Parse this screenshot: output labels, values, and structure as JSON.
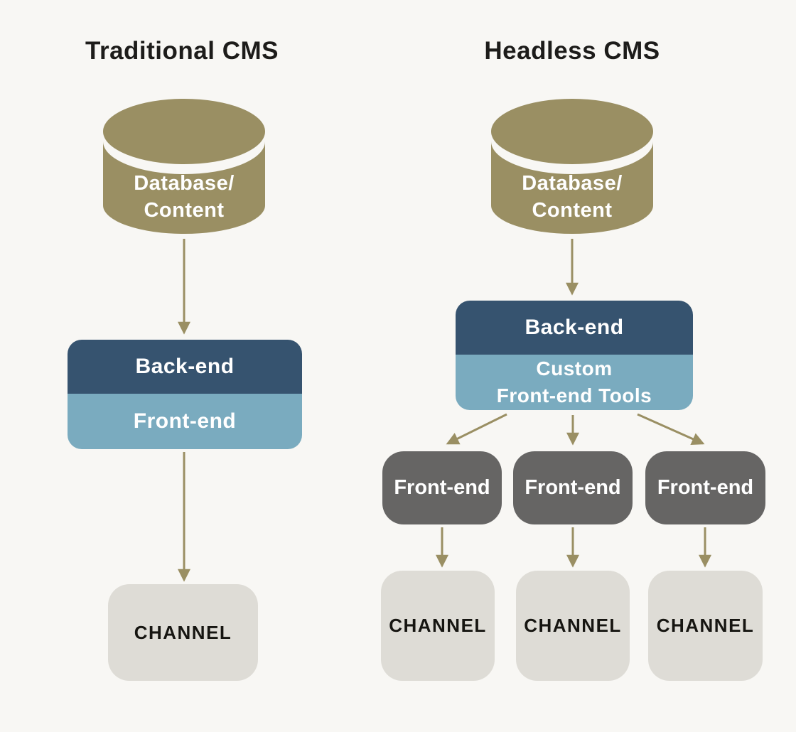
{
  "colors": {
    "bg": "#f8f7f4",
    "olive": "#9a8f63",
    "dark_blue": "#36536f",
    "light_blue": "#7aabbf",
    "dark_gray": "#666564",
    "light_gray": "#dedcd6",
    "title_text": "#1d1c1a",
    "channel_text": "#161511",
    "box_text": "#ffffff"
  },
  "traditional": {
    "title": "Traditional CMS",
    "database": {
      "line1": "Database/",
      "line2": "Content"
    },
    "backend_label": "Back-end",
    "frontend_label": "Front-end",
    "channel_label": "CHANNEL"
  },
  "headless": {
    "title": "Headless CMS",
    "database": {
      "line1": "Database/",
      "line2": "Content"
    },
    "backend_label": "Back-end",
    "custom_tools": {
      "line1": "Custom",
      "line2": "Front-end Tools"
    },
    "frontends": [
      "Front-end",
      "Front-end",
      "Front-end"
    ],
    "channels": [
      "CHANNEL",
      "CHANNEL",
      "CHANNEL"
    ]
  }
}
